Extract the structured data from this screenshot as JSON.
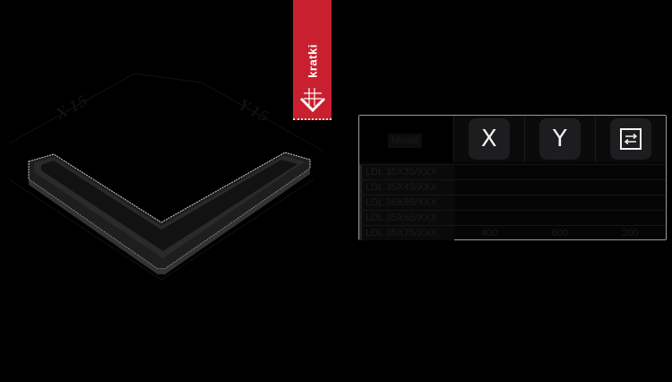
{
  "logo": {
    "text": "kratki",
    "color": "#c8202f"
  },
  "diagram": {
    "dim_left": "X-15",
    "dim_right": "Y-15",
    "product_color": "#2a2a2a"
  },
  "spec_table": {
    "header_model": "Model",
    "columns": [
      {
        "label": "X",
        "icon": "x-dimension"
      },
      {
        "label": "Y",
        "icon": "y-dimension"
      },
      {
        "label": "",
        "icon": "exchange-arrows-icon"
      }
    ],
    "rows": [
      {
        "model": "LDL 35X35/XXX",
        "x": "",
        "y": "",
        "z": ""
      },
      {
        "model": "LDL 35X45/XXX",
        "x": "",
        "y": "",
        "z": ""
      },
      {
        "model": "LDL 35X55/XXX",
        "x": "",
        "y": "",
        "z": ""
      },
      {
        "model": "LDL 35X65/XXX",
        "x": "",
        "y": "",
        "z": ""
      },
      {
        "model": "LDL 35X75/XXX",
        "x": "400",
        "y": "600",
        "z": "200"
      }
    ]
  }
}
